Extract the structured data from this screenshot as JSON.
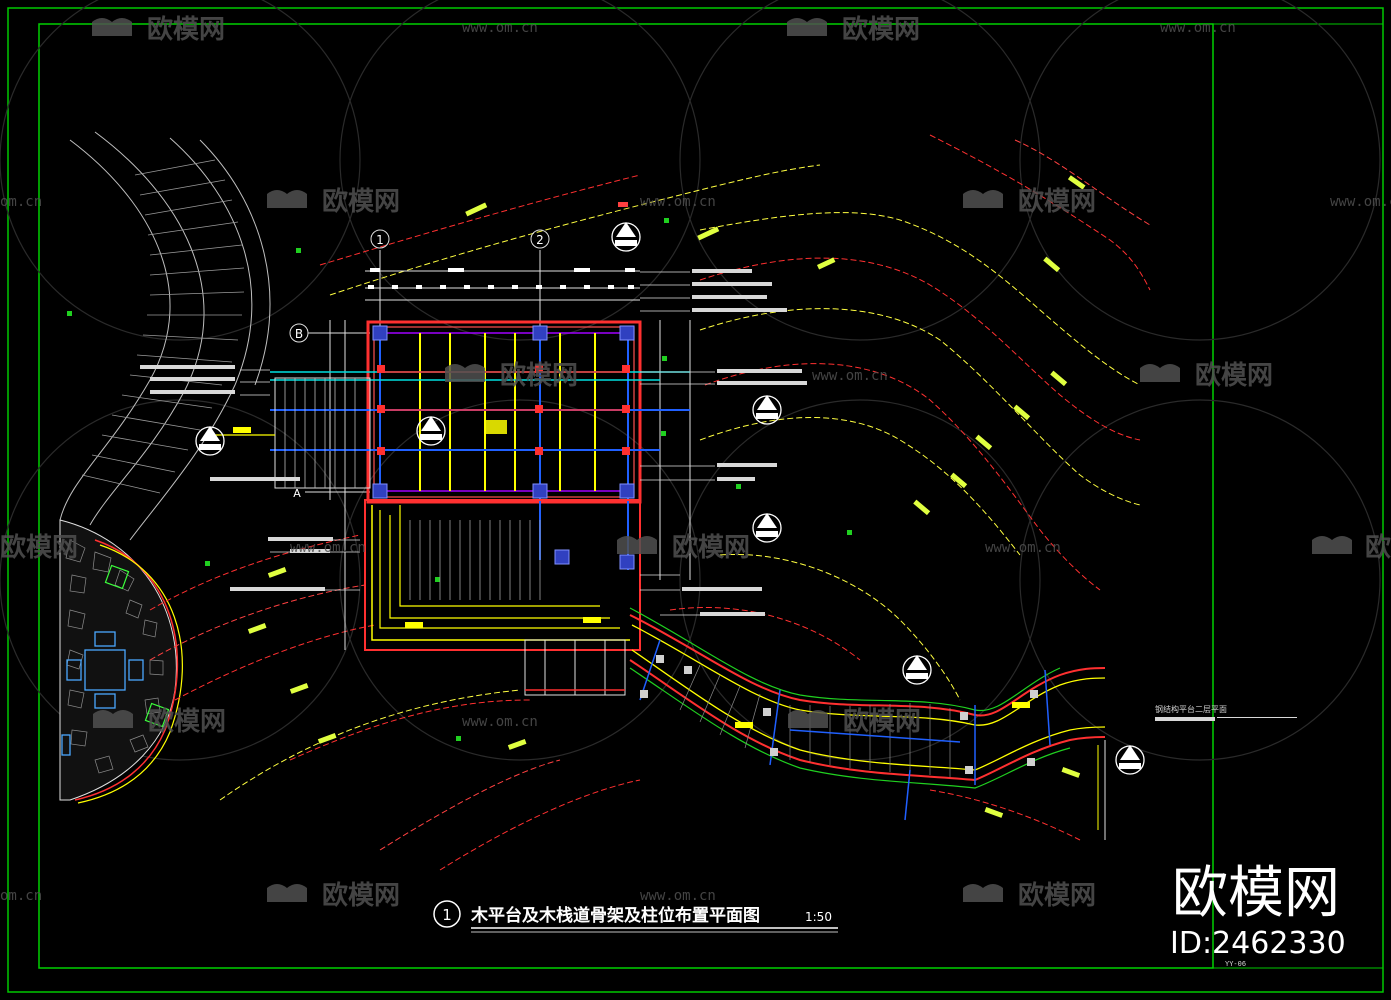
{
  "drawing": {
    "title": "木平台及木栈道骨架及柱位布置平面图",
    "title_number": "1",
    "scale": "1:50",
    "sheet_code": "YY-06",
    "grid_labels": [
      "1",
      "2",
      "B",
      "A"
    ],
    "side_note": "钢结构平台二层平面",
    "background": "#000000",
    "frame_color": "#00ff00"
  },
  "watermark": {
    "brand": "欧模网",
    "url": "www.om.cn",
    "url_partial": "om.cn",
    "id_label": "ID:2462330"
  }
}
